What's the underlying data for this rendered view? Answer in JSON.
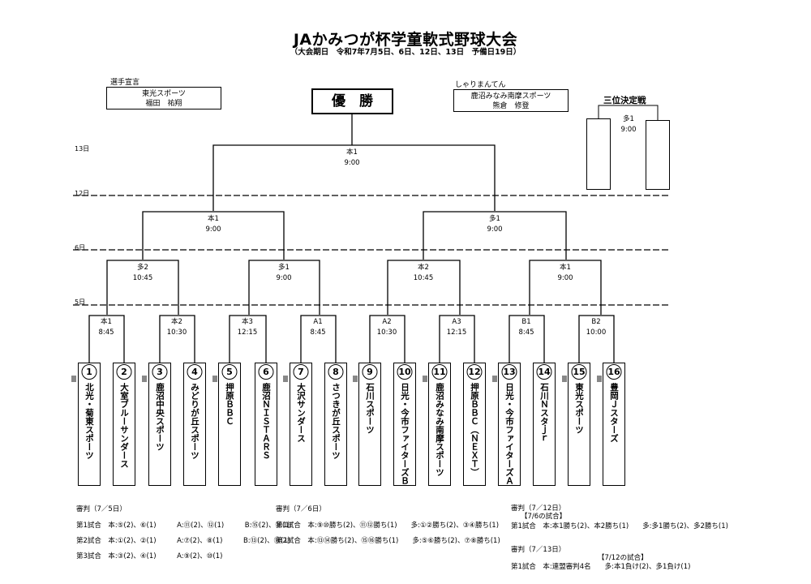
{
  "title": "JAかみつが杯学童軟式野球大会",
  "subtitle": "（大会期日　令和7年7月5日、6日、12日、13日　予備日19日）",
  "senshu": {
    "label": "選手宣言",
    "team": "東光スポーツ",
    "name": "福田　祐翔"
  },
  "shari": {
    "label": "しゃりまんてん",
    "team": "鹿沼みなみ南摩スポーツ",
    "name": "熊倉　修登"
  },
  "champion": "優　勝",
  "third": {
    "label": "三位決定戦",
    "court": "多1",
    "time": "9:00"
  },
  "days": {
    "d13": "13日",
    "d12": "12日",
    "d6": "6日",
    "d5": "5日"
  },
  "final": {
    "court": "本1",
    "time": "9:00"
  },
  "semis": [
    {
      "court": "本1",
      "time": "9:00"
    },
    {
      "court": "多1",
      "time": "9:00"
    }
  ],
  "quarters": [
    {
      "court": "多2",
      "time": "10:45"
    },
    {
      "court": "多1",
      "time": "9:00"
    },
    {
      "court": "本2",
      "time": "10:45"
    },
    {
      "court": "本1",
      "time": "9:00"
    }
  ],
  "round1": [
    {
      "court": "本1",
      "time": "8:45"
    },
    {
      "court": "本2",
      "time": "10:30"
    },
    {
      "court": "本3",
      "time": "12:15"
    },
    {
      "court": "A1",
      "time": "8:45"
    },
    {
      "court": "A2",
      "time": "10:30"
    },
    {
      "court": "A3",
      "time": "12:15"
    },
    {
      "court": "B1",
      "time": "8:45"
    },
    {
      "court": "B2",
      "time": "10:00"
    }
  ],
  "teams": [
    {
      "num": "1",
      "name": "北光・菊東スポーツ"
    },
    {
      "num": "2",
      "name": "大室ブルーサンダース"
    },
    {
      "num": "3",
      "name": "鹿沼中央スポーツ"
    },
    {
      "num": "4",
      "name": "みどりが丘スポーツ"
    },
    {
      "num": "5",
      "name": "押原ＢＢＣ"
    },
    {
      "num": "6",
      "name": "鹿沼ＮＩＳＴＡＲＳ"
    },
    {
      "num": "7",
      "name": "大沢サンダース"
    },
    {
      "num": "8",
      "name": "さつきが丘スポーツ"
    },
    {
      "num": "9",
      "name": "石川スポーツ"
    },
    {
      "num": "10",
      "name": "日光・今市ファイターズＢ"
    },
    {
      "num": "11",
      "name": "鹿沼みなみ南摩スポーツ"
    },
    {
      "num": "12",
      "name": "押原ＢＢＣ（ＮＥＸＴ）"
    },
    {
      "num": "13",
      "name": "日光・今市ファイターズＡ"
    },
    {
      "num": "14",
      "name": "石川Ｎスタｊｒ"
    },
    {
      "num": "15",
      "name": "東光スポーツ"
    },
    {
      "num": "16",
      "name": "豊岡Ｊスターズ"
    }
  ],
  "referees": {
    "d5": {
      "title": "審判（7／5日）",
      "lines": [
        "第1試合　本:⑤(2)、⑥(1)　　　A:⑪(2)、⑫(1)　　　B:⑮(2)、⑯(1)",
        "第2試合　本:①(2)、②(1)　　　A:⑦(2)、⑧(1)　　　B:⑬(2)、⑭(1)",
        "第3試合　本:③(2)、④(1)　　　A:⑨(2)、⑩(1)"
      ]
    },
    "d6": {
      "title": "審判（7／6日）",
      "lines": [
        "第1試合　本:⑨⑩勝ち(2)、⑪⑫勝ち(1)　　多:①②勝ち(2)、③④勝ち(1)",
        "第2試合　本:⑬⑭勝ち(2)、⑮⑯勝ち(1)　　多:⑤⑥勝ち(2)、⑦⑧勝ち(1)"
      ]
    },
    "d12": {
      "title": "審判（7／12日）",
      "note": "【7/6の試合】",
      "lines": [
        "第1試合　本:本1勝ち(2)、本2勝ち(1)　　多:多1勝ち(2)、多2勝ち(1)"
      ]
    },
    "d13": {
      "title": "審判（7／13日）",
      "note": "【7/12の試合】",
      "lines": [
        "第1試合　本:連盟審判4名　　多:本1負け(2)、多1負け(1)"
      ]
    }
  }
}
